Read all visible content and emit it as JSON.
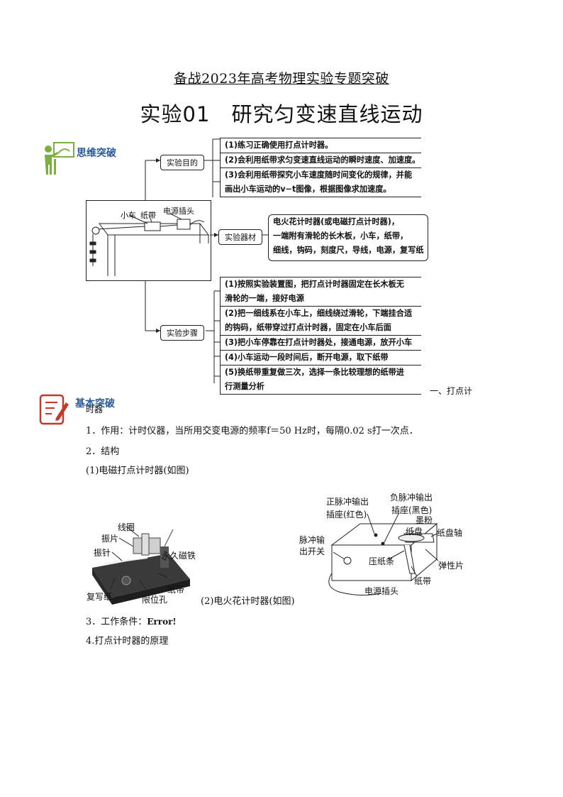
{
  "header": {
    "supertitle": "备战2023年高考物理实验专题突破",
    "title": "实验01　研究匀变速直线运动"
  },
  "mindmap": {
    "section_label": "思维突破",
    "purpose": {
      "label": "实验目的",
      "items": [
        "(1)练习正确使用打点计时器。",
        "(2)会利用纸带求匀变速直线运动的瞬时速度、加速度。",
        "(3)会利用纸带探究小车速度随时间变化的规律，并能",
        "画出小车运动的v−t图像，根据图像求加速度。"
      ]
    },
    "apparatus_figure": {
      "car": "小车",
      "tape": "纸带",
      "plug": "电源插头"
    },
    "equipment": {
      "label": "实验器材",
      "lines": [
        "电火花计时器(或电磁打点计时器)，",
        "一端附有滑轮的长木板，小车，纸带，",
        "细线，钩码，刻度尺，导线，电源，复写纸"
      ]
    },
    "steps": {
      "label": "实验步骤",
      "items": [
        "(1)按照实验装置图，把打点计时器固定在长木板无",
        "滑轮的一端，接好电源",
        "(2)把一细线系在小车上，细线绕过滑轮，下端挂合适",
        "的钩码，纸带穿过打点计时器，固定在小车后面",
        "(3)把小车停靠在打点计时器处，接通电源，放开小车",
        "(4)小车运动一段时间后，断开电源，取下纸带",
        "(5)换纸带重复做三次，选择一条比较理想的纸带进",
        "行测量分析"
      ]
    }
  },
  "basic": {
    "section_label": "基本突破",
    "heading_a": "一、打点计",
    "heading_b": "时器",
    "p1": "1．作用：计时仪器，当所用交变电源的频率f＝50 Hz时，每隔0.02 s打一次点．",
    "p2": "2．结构",
    "p3": "(1)电磁打点计时器(如图)",
    "electromagnetic": {
      "coil": "线圈",
      "reed": "振片",
      "needle": "振针",
      "magnet": "永久磁铁",
      "tape": "纸带",
      "carbon": "复写纸",
      "hole": "限位孔"
    },
    "spark_caption": "(2)电火花计时器(如图)",
    "spark": {
      "pos1": "正脉冲输出",
      "pos2": "插座(红色)",
      "neg1": "负脉冲输出",
      "neg2": "插座(黑色)",
      "ink": "墨粉",
      "disc": "纸盘",
      "axle": "纸盘轴",
      "sw1": "脉冲输",
      "sw2": "出开关",
      "press": "压纸条",
      "spring": "弹性片",
      "tape": "纸带",
      "plug": "电源插头"
    },
    "p4a": "3．工作条件：",
    "p4b": "Error!",
    "p5": "4.打点计时器的原理"
  }
}
